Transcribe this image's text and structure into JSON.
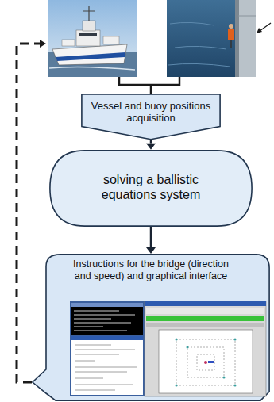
{
  "diagram": {
    "nodes": [
      {
        "text": [
          "Vessel and buoy positions acquisition"
        ]
      },
      {
        "text": [
          "solving a ballistic equations system"
        ]
      },
      {
        "text": [
          "Instructions for the bridge (direction and speed) and graphical interface"
        ]
      }
    ],
    "edges": [
      {
        "from": 0,
        "to": 1,
        "arrow": "to"
      },
      {
        "from": 1,
        "to": 2,
        "arrow": "to"
      }
    ]
  }
}
